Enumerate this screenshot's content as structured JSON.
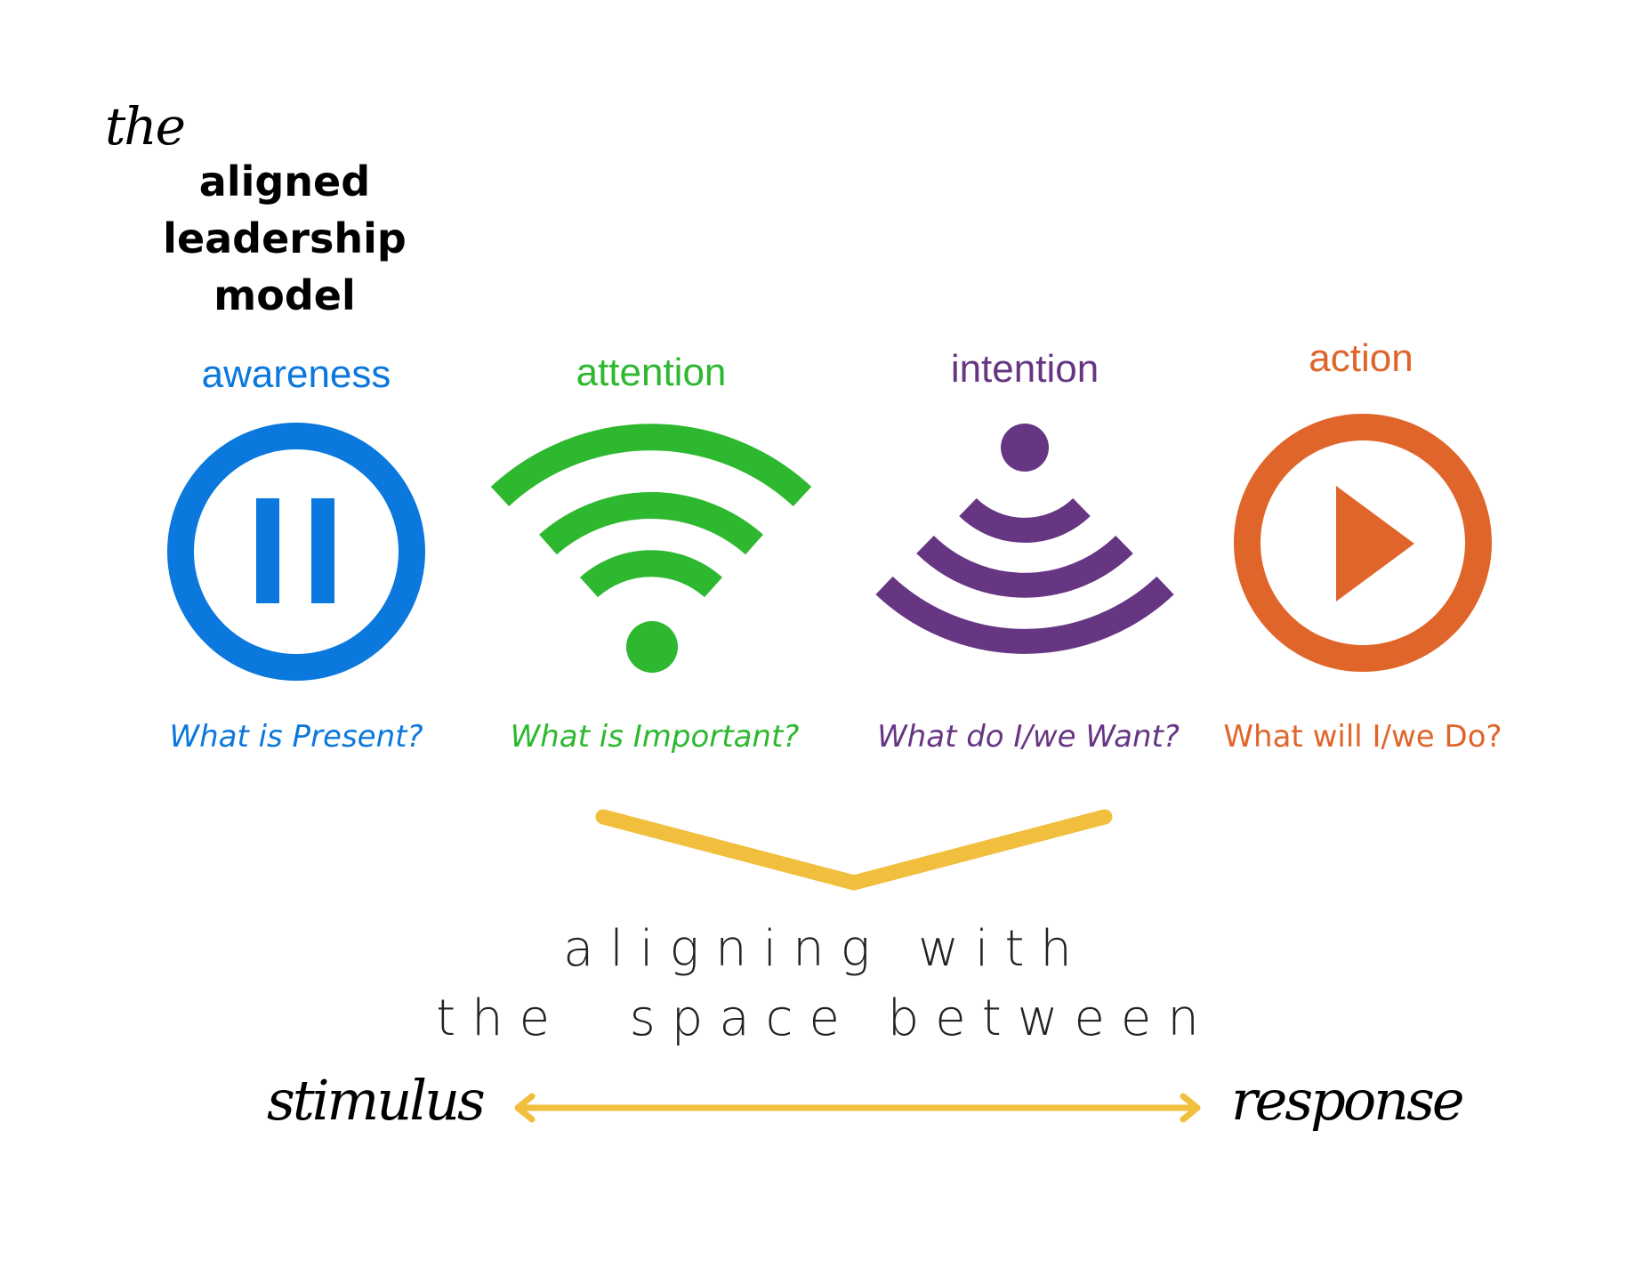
{
  "title": {
    "prefix": "the",
    "line1": "aligned leadership",
    "line2": "model"
  },
  "stages": [
    {
      "label": "awareness",
      "question": "What is Present?",
      "icon": "pause-circle-icon",
      "color": "#0a78dc"
    },
    {
      "label": "attention",
      "question": "What is Important?",
      "icon": "wifi-signal-icon",
      "color": "#2db82f"
    },
    {
      "label": "intention",
      "question": "What do I/we Want?",
      "icon": "broadcast-signal-icon",
      "color": "#663683"
    },
    {
      "label": "action",
      "question": "What will I/we Do?",
      "icon": "play-circle-icon",
      "color": "#e0652a"
    }
  ],
  "connector": {
    "icon": "chevron-down-icon",
    "color": "#f1bf3d"
  },
  "tagline": {
    "line1": "aligning with",
    "line2": "the  space between"
  },
  "spectrum": {
    "left": "stimulus",
    "right": "response",
    "arrow_icon": "double-arrow-icon",
    "color": "#f1bf3d"
  }
}
